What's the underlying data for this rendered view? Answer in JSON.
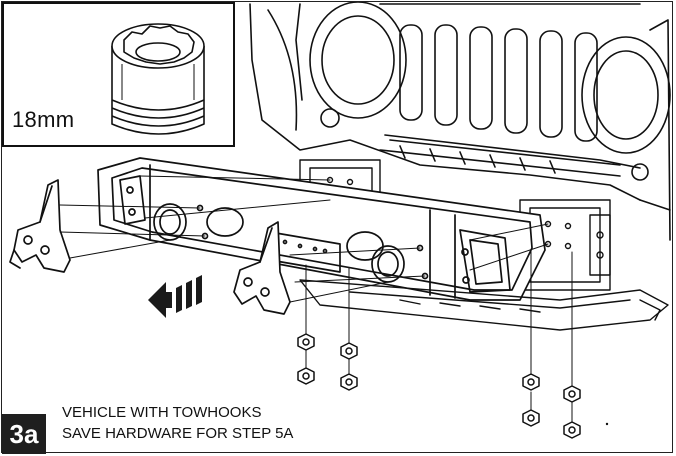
{
  "inset": {
    "tool_label": "18mm",
    "icon": "socket-icon"
  },
  "step": {
    "badge": "3a"
  },
  "notes": {
    "line1": "VEHICLE WITH TOWHOOKS",
    "line2": "SAVE HARDWARE FOR STEP 5A"
  },
  "colors": {
    "ink": "#111111",
    "badge_bg": "#1f1f1f",
    "paper": "#ffffff"
  }
}
